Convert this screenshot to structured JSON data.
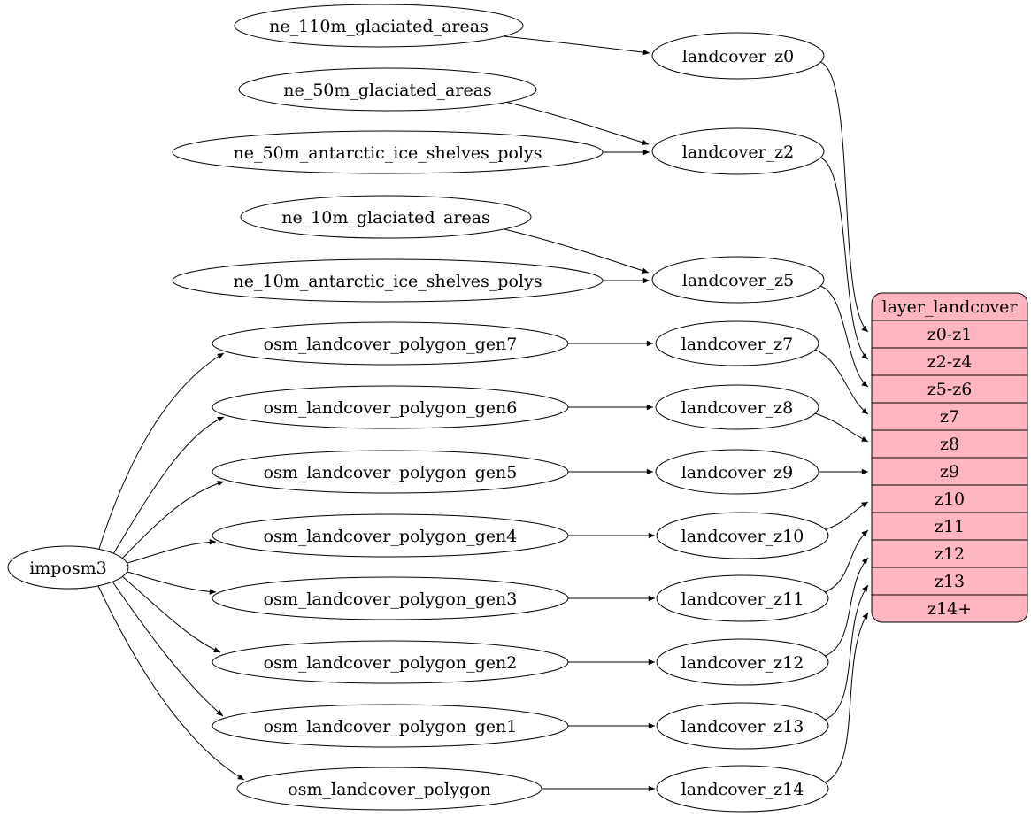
{
  "diagram": {
    "type": "flow-graph",
    "colors": {
      "background": "#ffffff",
      "node_fill": "#ffffff",
      "node_stroke": "#000000",
      "edge_color": "#000000",
      "record_fill": "#ffb6c1"
    },
    "nodes": {
      "importer": "imposm3",
      "sources": [
        "ne_110m_glaciated_areas",
        "ne_50m_glaciated_areas",
        "ne_50m_antarctic_ice_shelves_polys",
        "ne_10m_glaciated_areas",
        "ne_10m_antarctic_ice_shelves_polys",
        "osm_landcover_polygon_gen7",
        "osm_landcover_polygon_gen6",
        "osm_landcover_polygon_gen5",
        "osm_landcover_polygon_gen4",
        "osm_landcover_polygon_gen3",
        "osm_landcover_polygon_gen2",
        "osm_landcover_polygon_gen1",
        "osm_landcover_polygon"
      ],
      "intermediates": [
        "landcover_z0",
        "landcover_z2",
        "landcover_z5",
        "landcover_z7",
        "landcover_z8",
        "landcover_z9",
        "landcover_z10",
        "landcover_z11",
        "landcover_z12",
        "landcover_z13",
        "landcover_z14"
      ]
    },
    "record": {
      "title": "layer_landcover",
      "rows": [
        "z0-z1",
        "z2-z4",
        "z5-z6",
        "z7",
        "z8",
        "z9",
        "z10",
        "z11",
        "z12",
        "z13",
        "z14+"
      ]
    },
    "edges": [
      {
        "from": "imposm3",
        "to": "osm_landcover_polygon_gen7"
      },
      {
        "from": "imposm3",
        "to": "osm_landcover_polygon_gen6"
      },
      {
        "from": "imposm3",
        "to": "osm_landcover_polygon_gen5"
      },
      {
        "from": "imposm3",
        "to": "osm_landcover_polygon_gen4"
      },
      {
        "from": "imposm3",
        "to": "osm_landcover_polygon_gen3"
      },
      {
        "from": "imposm3",
        "to": "osm_landcover_polygon_gen2"
      },
      {
        "from": "imposm3",
        "to": "osm_landcover_polygon_gen1"
      },
      {
        "from": "imposm3",
        "to": "osm_landcover_polygon"
      },
      {
        "from": "ne_110m_glaciated_areas",
        "to": "landcover_z0"
      },
      {
        "from": "ne_50m_glaciated_areas",
        "to": "landcover_z2"
      },
      {
        "from": "ne_50m_antarctic_ice_shelves_polys",
        "to": "landcover_z2"
      },
      {
        "from": "ne_10m_glaciated_areas",
        "to": "landcover_z5"
      },
      {
        "from": "ne_10m_antarctic_ice_shelves_polys",
        "to": "landcover_z5"
      },
      {
        "from": "osm_landcover_polygon_gen7",
        "to": "landcover_z7"
      },
      {
        "from": "osm_landcover_polygon_gen6",
        "to": "landcover_z8"
      },
      {
        "from": "osm_landcover_polygon_gen5",
        "to": "landcover_z9"
      },
      {
        "from": "osm_landcover_polygon_gen4",
        "to": "landcover_z10"
      },
      {
        "from": "osm_landcover_polygon_gen3",
        "to": "landcover_z11"
      },
      {
        "from": "osm_landcover_polygon_gen2",
        "to": "landcover_z12"
      },
      {
        "from": "osm_landcover_polygon_gen1",
        "to": "landcover_z13"
      },
      {
        "from": "osm_landcover_polygon",
        "to": "landcover_z14"
      },
      {
        "from": "landcover_z0",
        "to": "layer_landcover:z0-z1"
      },
      {
        "from": "landcover_z2",
        "to": "layer_landcover:z2-z4"
      },
      {
        "from": "landcover_z5",
        "to": "layer_landcover:z5-z6"
      },
      {
        "from": "landcover_z7",
        "to": "layer_landcover:z7"
      },
      {
        "from": "landcover_z8",
        "to": "layer_landcover:z8"
      },
      {
        "from": "landcover_z9",
        "to": "layer_landcover:z9"
      },
      {
        "from": "landcover_z10",
        "to": "layer_landcover:z10"
      },
      {
        "from": "landcover_z11",
        "to": "layer_landcover:z11"
      },
      {
        "from": "landcover_z12",
        "to": "layer_landcover:z12"
      },
      {
        "from": "landcover_z13",
        "to": "layer_landcover:z13"
      },
      {
        "from": "landcover_z14",
        "to": "layer_landcover:z14+"
      }
    ]
  }
}
